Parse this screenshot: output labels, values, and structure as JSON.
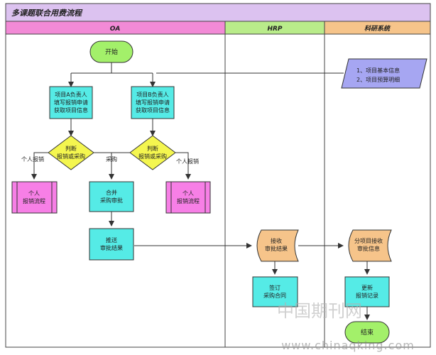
{
  "title": "多课题联合用费流程",
  "lanes": {
    "oa": "OA",
    "hrp": "HRP",
    "research": "科研系统"
  },
  "nodes": {
    "start": "开始",
    "info_line1": "1、项目基本信息",
    "info_line2": "2、项目预算明细",
    "proj_a_line1": "项目A负责人",
    "proj_a_line2": "填写报销申请",
    "proj_a_line3": "获取项目信息",
    "proj_b_line1": "项目B负责人",
    "proj_b_line2": "填写报销申请",
    "proj_b_line3": "获取项目信息",
    "judge_line1": "判断",
    "judge_line2": "报销或采购",
    "personal_flow_line1": "个人",
    "personal_flow_line2": "报销流程",
    "merge_line1": "合并",
    "merge_line2": "采购审批",
    "push_line1": "推送",
    "push_line2": "审批结果",
    "receive_line1": "接收",
    "receive_line2": "审批结果",
    "sign_line1": "签订",
    "sign_line2": "采购合同",
    "split_line1": "分项目接收",
    "split_line2": "审批信息",
    "update_line1": "更新",
    "update_line2": "报销记录",
    "end": "结束"
  },
  "edge_labels": {
    "personal_reimburse": "个人报销",
    "purchase": "采购"
  },
  "watermark": "中国期刊网",
  "watermark_url": "www.chinaqking.com",
  "colors": {
    "title_bar": "#dcc2f0",
    "lane_header": "#f28ad6",
    "hrp_header": "#b9ec8a",
    "research_header": "#f6c48a",
    "start_end": "#a3f06a",
    "process": "#55ebe6",
    "decision": "#f4f64f",
    "subprocess": "#f77fe6",
    "input": "#a6a6f2",
    "doc": "#f6c48a"
  }
}
